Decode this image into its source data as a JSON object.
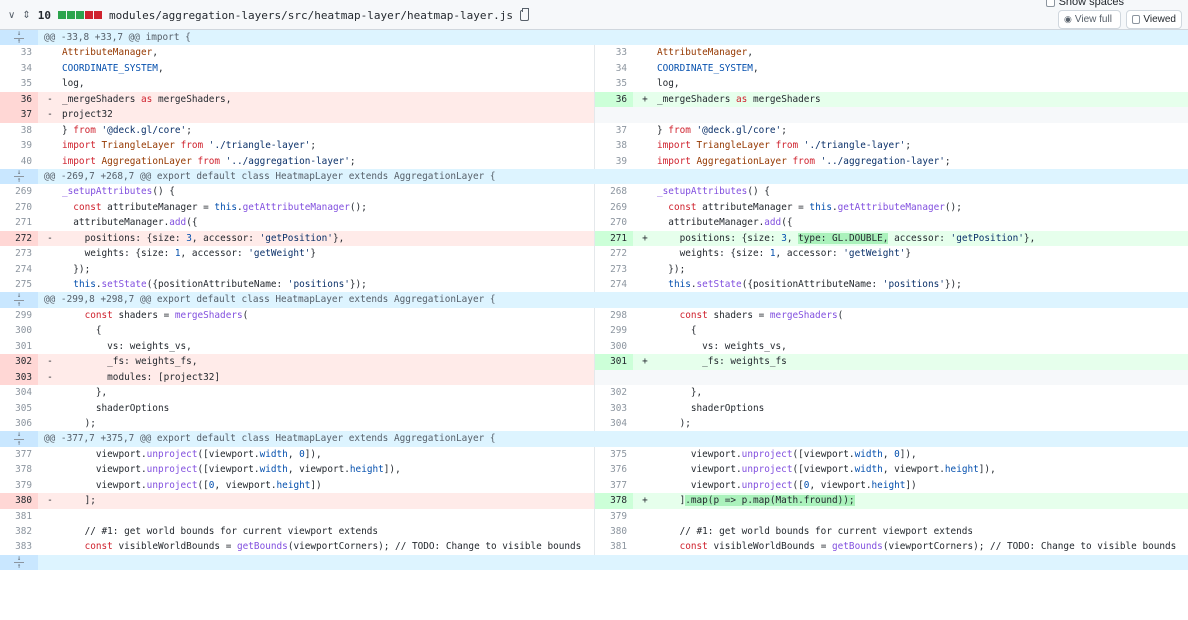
{
  "header": {
    "changes": "10",
    "file_path": "modules/aggregation-layers/src/heatmap-layer/heatmap-layer.js",
    "show_spaces": "Show spaces",
    "view_full": "View full",
    "viewed": "Viewed"
  },
  "colors": {
    "added_bg": "#e6ffec",
    "deleted_bg": "#ffebe9",
    "hunk_bg": "#ddf4ff"
  },
  "rows": [
    {
      "hunk": "@@ -33,8 +33,7 @@ import {"
    },
    {
      "l": [
        "33",
        "",
        " ",
        [
          [
            "AttributeManager",
            "o"
          ],
          [
            ",",
            ""
          ]
        ]
      ],
      "r": [
        "33",
        "",
        " ",
        [
          [
            "AttributeManager",
            "o"
          ],
          [
            ",",
            ""
          ]
        ]
      ]
    },
    {
      "l": [
        "34",
        "",
        " ",
        [
          [
            "COORDINATE_SYSTEM",
            "b"
          ],
          [
            ",",
            ""
          ]
        ]
      ],
      "r": [
        "34",
        "",
        " ",
        [
          [
            "COORDINATE_SYSTEM",
            "b"
          ],
          [
            ",",
            ""
          ]
        ]
      ]
    },
    {
      "l": [
        "35",
        "",
        " ",
        [
          [
            "log,",
            ""
          ]
        ]
      ],
      "r": [
        "35",
        "",
        " ",
        [
          [
            "log,",
            ""
          ]
        ]
      ]
    },
    {
      "l": [
        "36",
        "-",
        "del",
        [
          [
            "_mergeShaders ",
            ""
          ],
          [
            "as",
            "r"
          ],
          [
            " mergeShaders,",
            ""
          ]
        ]
      ],
      "r": [
        "36",
        "+",
        "add",
        [
          [
            "_mergeShaders ",
            ""
          ],
          [
            "as",
            "r"
          ],
          [
            " mergeShaders",
            ""
          ]
        ]
      ]
    },
    {
      "l": [
        "37",
        "-",
        "del",
        [
          [
            "project32",
            ""
          ]
        ]
      ],
      "r": [
        "",
        "",
        "empty",
        []
      ]
    },
    {
      "l": [
        "38",
        "",
        " ",
        [
          [
            "} ",
            ""
          ],
          [
            "from",
            "r"
          ],
          [
            " ",
            ""
          ],
          [
            "'@deck.gl/core'",
            "s"
          ],
          [
            ";",
            ""
          ]
        ]
      ],
      "r": [
        "37",
        "",
        " ",
        [
          [
            "} ",
            ""
          ],
          [
            "from",
            "r"
          ],
          [
            " ",
            ""
          ],
          [
            "'@deck.gl/core'",
            "s"
          ],
          [
            ";",
            ""
          ]
        ]
      ]
    },
    {
      "l": [
        "39",
        "",
        " ",
        [
          [
            "import",
            "r"
          ],
          [
            " ",
            ""
          ],
          [
            "TriangleLayer",
            "o"
          ],
          [
            " ",
            ""
          ],
          [
            "from",
            "r"
          ],
          [
            " ",
            ""
          ],
          [
            "'./triangle-layer'",
            "s"
          ],
          [
            ";",
            ""
          ]
        ]
      ],
      "r": [
        "38",
        "",
        " ",
        [
          [
            "import",
            "r"
          ],
          [
            " ",
            ""
          ],
          [
            "TriangleLayer",
            "o"
          ],
          [
            " ",
            ""
          ],
          [
            "from",
            "r"
          ],
          [
            " ",
            ""
          ],
          [
            "'./triangle-layer'",
            "s"
          ],
          [
            ";",
            ""
          ]
        ]
      ]
    },
    {
      "l": [
        "40",
        "",
        " ",
        [
          [
            "import",
            "r"
          ],
          [
            " ",
            ""
          ],
          [
            "AggregationLayer",
            "o"
          ],
          [
            " ",
            ""
          ],
          [
            "from",
            "r"
          ],
          [
            " ",
            ""
          ],
          [
            "'../aggregation-layer'",
            "s"
          ],
          [
            ";",
            ""
          ]
        ]
      ],
      "r": [
        "39",
        "",
        " ",
        [
          [
            "import",
            "r"
          ],
          [
            " ",
            ""
          ],
          [
            "AggregationLayer",
            "o"
          ],
          [
            " ",
            ""
          ],
          [
            "from",
            "r"
          ],
          [
            " ",
            ""
          ],
          [
            "'../aggregation-layer'",
            "s"
          ],
          [
            ";",
            ""
          ]
        ]
      ]
    },
    {
      "hunk": "@@ -269,7 +268,7 @@ export default class HeatmapLayer extends AggregationLayer {"
    },
    {
      "l": [
        "269",
        "",
        " ",
        [
          [
            "_setupAttributes",
            "p"
          ],
          [
            "() {",
            ""
          ]
        ]
      ],
      "r": [
        "268",
        "",
        " ",
        [
          [
            "_setupAttributes",
            "p"
          ],
          [
            "() {",
            ""
          ]
        ]
      ]
    },
    {
      "l": [
        "270",
        "",
        " ",
        [
          [
            "  ",
            ""
          ],
          [
            "const",
            "r"
          ],
          [
            " attributeManager = ",
            ""
          ],
          [
            "this",
            "b"
          ],
          [
            ".",
            ""
          ],
          [
            "getAttributeManager",
            "p"
          ],
          [
            "();",
            ""
          ]
        ]
      ],
      "r": [
        "269",
        "",
        " ",
        [
          [
            "  ",
            ""
          ],
          [
            "const",
            "r"
          ],
          [
            " attributeManager = ",
            ""
          ],
          [
            "this",
            "b"
          ],
          [
            ".",
            ""
          ],
          [
            "getAttributeManager",
            "p"
          ],
          [
            "();",
            ""
          ]
        ]
      ]
    },
    {
      "l": [
        "271",
        "",
        " ",
        [
          [
            "  attributeManager.",
            ""
          ],
          [
            "add",
            "p"
          ],
          [
            "({",
            ""
          ]
        ]
      ],
      "r": [
        "270",
        "",
        " ",
        [
          [
            "  attributeManager.",
            ""
          ],
          [
            "add",
            "p"
          ],
          [
            "({",
            ""
          ]
        ]
      ]
    },
    {
      "l": [
        "272",
        "-",
        "del",
        [
          [
            "    positions: {size: ",
            ""
          ],
          [
            "3",
            "b"
          ],
          [
            ", accessor: ",
            ""
          ],
          [
            "'getPosition'",
            "s"
          ],
          [
            "},",
            ""
          ]
        ]
      ],
      "r": [
        "271",
        "+",
        "add",
        [
          [
            "    positions: {size: ",
            ""
          ],
          [
            "3",
            "b"
          ],
          [
            ", ",
            ""
          ],
          [
            "type: GL.DOUBLE,",
            "h"
          ],
          [
            " accessor: ",
            ""
          ],
          [
            "'getPosition'",
            "s"
          ],
          [
            "},",
            ""
          ]
        ]
      ]
    },
    {
      "l": [
        "273",
        "",
        " ",
        [
          [
            "    weights: {size: ",
            ""
          ],
          [
            "1",
            "b"
          ],
          [
            ", accessor: ",
            ""
          ],
          [
            "'getWeight'",
            "s"
          ],
          [
            "}",
            ""
          ]
        ]
      ],
      "r": [
        "272",
        "",
        " ",
        [
          [
            "    weights: {size: ",
            ""
          ],
          [
            "1",
            "b"
          ],
          [
            ", accessor: ",
            ""
          ],
          [
            "'getWeight'",
            "s"
          ],
          [
            "}",
            ""
          ]
        ]
      ]
    },
    {
      "l": [
        "274",
        "",
        " ",
        [
          [
            "  });",
            ""
          ]
        ]
      ],
      "r": [
        "273",
        "",
        " ",
        [
          [
            "  });",
            ""
          ]
        ]
      ]
    },
    {
      "l": [
        "275",
        "",
        " ",
        [
          [
            "  ",
            ""
          ],
          [
            "this",
            "b"
          ],
          [
            ".",
            ""
          ],
          [
            "setState",
            "p"
          ],
          [
            "({positionAttributeName: ",
            ""
          ],
          [
            "'positions'",
            "s"
          ],
          [
            "});",
            ""
          ]
        ]
      ],
      "r": [
        "274",
        "",
        " ",
        [
          [
            "  ",
            ""
          ],
          [
            "this",
            "b"
          ],
          [
            ".",
            ""
          ],
          [
            "setState",
            "p"
          ],
          [
            "({positionAttributeName: ",
            ""
          ],
          [
            "'positions'",
            "s"
          ],
          [
            "});",
            ""
          ]
        ]
      ]
    },
    {
      "hunk": "@@ -299,8 +298,7 @@ export default class HeatmapLayer extends AggregationLayer {"
    },
    {
      "l": [
        "299",
        "",
        " ",
        [
          [
            "    ",
            ""
          ],
          [
            "const",
            "r"
          ],
          [
            " shaders = ",
            ""
          ],
          [
            "mergeShaders",
            "p"
          ],
          [
            "(",
            ""
          ]
        ]
      ],
      "r": [
        "298",
        "",
        " ",
        [
          [
            "    ",
            ""
          ],
          [
            "const",
            "r"
          ],
          [
            " shaders = ",
            ""
          ],
          [
            "mergeShaders",
            "p"
          ],
          [
            "(",
            ""
          ]
        ]
      ]
    },
    {
      "l": [
        "300",
        "",
        " ",
        [
          [
            "      {",
            ""
          ]
        ]
      ],
      "r": [
        "299",
        "",
        " ",
        [
          [
            "      {",
            ""
          ]
        ]
      ]
    },
    {
      "l": [
        "301",
        "",
        " ",
        [
          [
            "        vs: weights_vs,",
            ""
          ]
        ]
      ],
      "r": [
        "300",
        "",
        " ",
        [
          [
            "        vs: weights_vs,",
            ""
          ]
        ]
      ]
    },
    {
      "l": [
        "302",
        "-",
        "del",
        [
          [
            "        _fs: weights_fs,",
            ""
          ]
        ]
      ],
      "r": [
        "301",
        "+",
        "add",
        [
          [
            "        _fs: weights_fs",
            ""
          ]
        ]
      ]
    },
    {
      "l": [
        "303",
        "-",
        "del",
        [
          [
            "        modules: [project32]",
            ""
          ]
        ]
      ],
      "r": [
        "",
        "",
        "empty",
        []
      ]
    },
    {
      "l": [
        "304",
        "",
        " ",
        [
          [
            "      },",
            ""
          ]
        ]
      ],
      "r": [
        "302",
        "",
        " ",
        [
          [
            "      },",
            ""
          ]
        ]
      ]
    },
    {
      "l": [
        "305",
        "",
        " ",
        [
          [
            "      shaderOptions",
            ""
          ]
        ]
      ],
      "r": [
        "303",
        "",
        " ",
        [
          [
            "      shaderOptions",
            ""
          ]
        ]
      ]
    },
    {
      "l": [
        "306",
        "",
        " ",
        [
          [
            "    );",
            ""
          ]
        ]
      ],
      "r": [
        "304",
        "",
        " ",
        [
          [
            "    );",
            ""
          ]
        ]
      ]
    },
    {
      "hunk": "@@ -377,7 +375,7 @@ export default class HeatmapLayer extends AggregationLayer {"
    },
    {
      "l": [
        "377",
        "",
        " ",
        [
          [
            "      viewport.",
            ""
          ],
          [
            "unproject",
            "p"
          ],
          [
            "([viewport.",
            ""
          ],
          [
            "width",
            "b"
          ],
          [
            ", ",
            ""
          ],
          [
            "0",
            "b"
          ],
          [
            "]),",
            ""
          ]
        ]
      ],
      "r": [
        "375",
        "",
        " ",
        [
          [
            "      viewport.",
            ""
          ],
          [
            "unproject",
            "p"
          ],
          [
            "([viewport.",
            ""
          ],
          [
            "width",
            "b"
          ],
          [
            ", ",
            ""
          ],
          [
            "0",
            "b"
          ],
          [
            "]),",
            ""
          ]
        ]
      ]
    },
    {
      "l": [
        "378",
        "",
        " ",
        [
          [
            "      viewport.",
            ""
          ],
          [
            "unproject",
            "p"
          ],
          [
            "([viewport.",
            ""
          ],
          [
            "width",
            "b"
          ],
          [
            ", viewport.",
            ""
          ],
          [
            "height",
            "b"
          ],
          [
            "]),",
            ""
          ]
        ]
      ],
      "r": [
        "376",
        "",
        " ",
        [
          [
            "      viewport.",
            ""
          ],
          [
            "unproject",
            "p"
          ],
          [
            "([viewport.",
            ""
          ],
          [
            "width",
            "b"
          ],
          [
            ", viewport.",
            ""
          ],
          [
            "height",
            "b"
          ],
          [
            "]),",
            ""
          ]
        ]
      ]
    },
    {
      "l": [
        "379",
        "",
        " ",
        [
          [
            "      viewport.",
            ""
          ],
          [
            "unproject",
            "p"
          ],
          [
            "([",
            ""
          ],
          [
            "0",
            "b"
          ],
          [
            ", viewport.",
            ""
          ],
          [
            "height",
            "b"
          ],
          [
            "])",
            ""
          ]
        ]
      ],
      "r": [
        "377",
        "",
        " ",
        [
          [
            "      viewport.",
            ""
          ],
          [
            "unproject",
            "p"
          ],
          [
            "([",
            ""
          ],
          [
            "0",
            "b"
          ],
          [
            ", viewport.",
            ""
          ],
          [
            "height",
            "b"
          ],
          [
            "])",
            ""
          ]
        ]
      ]
    },
    {
      "l": [
        "380",
        "-",
        "del",
        [
          [
            "    ];",
            ""
          ]
        ]
      ],
      "r": [
        "378",
        "+",
        "add",
        [
          [
            "    ]",
            ""
          ],
          [
            ".map(p => p.map(Math.fround));",
            "h"
          ]
        ]
      ]
    },
    {
      "l": [
        "381",
        "",
        " ",
        [
          [
            "",
            ""
          ]
        ]
      ],
      "r": [
        "379",
        "",
        " ",
        [
          [
            "",
            ""
          ]
        ]
      ]
    },
    {
      "l": [
        "382",
        "",
        " ",
        [
          [
            "    // #1: get world bounds for current viewport extends",
            ""
          ]
        ]
      ],
      "r": [
        "380",
        "",
        " ",
        [
          [
            "    // #1: get world bounds for current viewport extends",
            ""
          ]
        ]
      ]
    },
    {
      "l": [
        "383",
        "",
        " ",
        [
          [
            "    ",
            ""
          ],
          [
            "const",
            "r"
          ],
          [
            " visibleWorldBounds = ",
            ""
          ],
          [
            "getBounds",
            "p"
          ],
          [
            "(viewportCorners); // TODO: Change to visible bounds",
            ""
          ]
        ]
      ],
      "r": [
        "381",
        "",
        " ",
        [
          [
            "    ",
            ""
          ],
          [
            "const",
            "r"
          ],
          [
            " visibleWorldBounds = ",
            ""
          ],
          [
            "getBounds",
            "p"
          ],
          [
            "(viewportCorners); // TODO: Change to visible bounds",
            ""
          ]
        ]
      ]
    },
    {
      "hunk": ""
    }
  ]
}
